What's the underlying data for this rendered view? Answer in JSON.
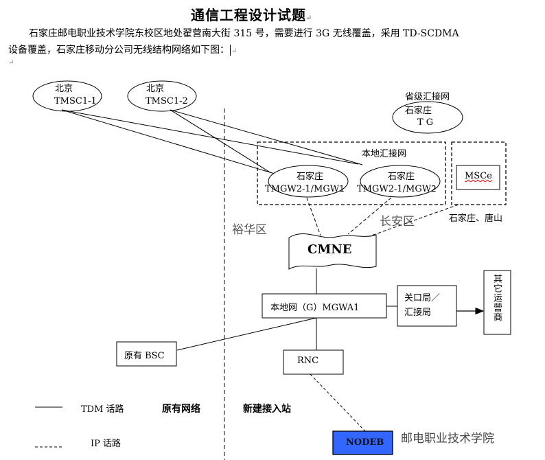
{
  "document": {
    "title": "通信工程设计试题",
    "paragraph_line1": "石家庄邮电职业技术学院东校区地处翟营南大街 315 号，需要进行 3G 无线覆盖，采用 TD-SCDMA",
    "paragraph_line2": "设备覆盖，石家庄移动分公司无线结构网络如下图：",
    "paragraph_mark": "↵"
  },
  "diagram": {
    "nodes": {
      "tmsc1": {
        "line1": "北京",
        "line2": "TMSC1-1"
      },
      "tmsc2": {
        "line1": "北京",
        "line2": "TMSC1-2"
      },
      "tg": {
        "group": "省级汇接网",
        "line1": "石家庄",
        "line2": "T G"
      },
      "local_tandem_group": "本地汇接网",
      "tmgw1": {
        "line1": "石家庄",
        "line2": "TMGW2-1/MGW",
        "suffix": "1"
      },
      "tmgw2": {
        "line1": "石家庄",
        "line2": "TMGW2-1/MGW",
        "suffix": "2"
      },
      "msce": {
        "label": "MSCe",
        "caption": "石家庄、唐山"
      },
      "cmne": {
        "label": "CMNE"
      },
      "mgwa1": {
        "label": "本地网（G）MGWA1"
      },
      "gateway": {
        "line1": "关口局／",
        "line2": "汇接局"
      },
      "other_operators": {
        "label": "其它运营商"
      },
      "bsc": {
        "label": "原有 BSC"
      },
      "rnc": {
        "label": "RNC"
      },
      "nodeb": {
        "label": "NODEB",
        "caption": "邮电职业技术学院"
      }
    },
    "regions": {
      "yuhua": "裕华区",
      "changan": "长安区"
    },
    "legend": {
      "tdm": "TDM 话路",
      "ip": "IP 话路",
      "original_network": "原有网络",
      "new_station": "新建接入站"
    },
    "colors": {
      "nodeb_fill": "#3366ff",
      "line": "#000000",
      "region_text": "#555555"
    }
  }
}
